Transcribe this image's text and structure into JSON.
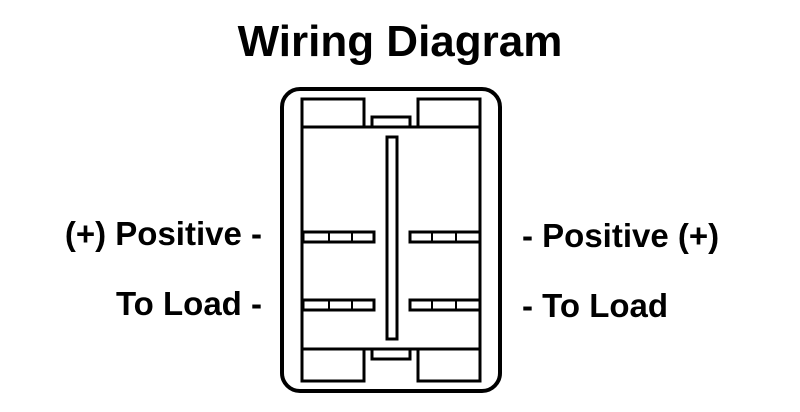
{
  "diagram": {
    "title": "Wiring Diagram",
    "left_labels": {
      "positive": "(+) Positive -",
      "load": "To Load -"
    },
    "right_labels": {
      "positive": "- Positive (+)",
      "load": "- To Load"
    },
    "colors": {
      "line": "#000000",
      "background": "#ffffff"
    }
  }
}
